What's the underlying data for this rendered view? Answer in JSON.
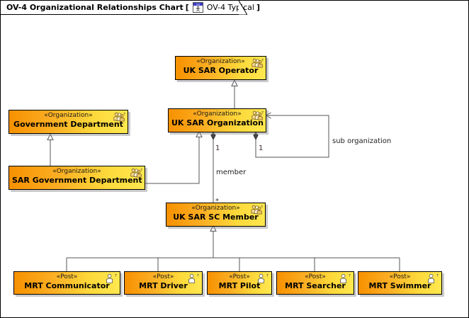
{
  "window": {
    "title": "OV-4 Organizational Relationships Chart",
    "bracket_open": "[",
    "bracket_close": "]",
    "fragment_icon": "ov4-diagram-icon",
    "fragment_label": "OV-4 Typical"
  },
  "colors": {
    "node_fill_left": "#f79100",
    "node_fill_right": "#ffe84f",
    "node_border": "#000000",
    "line": "#404040",
    "canvas": "#ffffff"
  },
  "nodes": [
    {
      "id": "uk-sar-operator",
      "stereotype": "«Organization»",
      "name": "UK SAR Operator",
      "icon": "organization-group-icon"
    },
    {
      "id": "government-department",
      "stereotype": "«Organization»",
      "name": "Government Department",
      "icon": "organization-group-icon"
    },
    {
      "id": "uk-sar-organization",
      "stereotype": "«Organization»",
      "name": "UK SAR Organization",
      "icon": "organization-group-icon"
    },
    {
      "id": "sar-government-department",
      "stereotype": "«Organization»",
      "name": "SAR Government Department",
      "icon": "organization-group-icon"
    },
    {
      "id": "uk-sar-sc-member",
      "stereotype": "«Organization»",
      "name": "UK SAR SC Member",
      "icon": "organization-group-icon"
    },
    {
      "id": "mrt-communicator",
      "stereotype": "«Post»",
      "name": "MRT Communicator",
      "icon": "post-person-icon"
    },
    {
      "id": "mrt-driver",
      "stereotype": "«Post»",
      "name": "MRT Driver",
      "icon": "post-person-icon"
    },
    {
      "id": "mrt-pilot",
      "stereotype": "«Post»",
      "name": "MRT Pilot",
      "icon": "post-person-icon"
    },
    {
      "id": "mrt-searcher",
      "stereotype": "«Post»",
      "name": "MRT Searcher",
      "icon": "post-person-icon"
    },
    {
      "id": "mrt-swimmer",
      "stereotype": "«Post»",
      "name": "MRT Swimmer",
      "icon": "post-person-icon"
    }
  ],
  "edges": {
    "member": {
      "label": "member",
      "source_multiplicity": "1",
      "target_multiplicity": "*",
      "source": "uk-sar-organization",
      "target": "uk-sar-sc-member",
      "kind": "composition"
    },
    "sub_organization": {
      "label": "sub organization",
      "source_multiplicity": "1",
      "target_multiplicity": "*",
      "source": "uk-sar-organization",
      "target": "uk-sar-organization",
      "kind": "composition-self-loop"
    },
    "generalizations": [
      {
        "from": "uk-sar-organization",
        "to": "uk-sar-operator"
      },
      {
        "from": "sar-government-department",
        "to": "government-department"
      },
      {
        "from": "sar-government-department",
        "to": "uk-sar-organization"
      },
      {
        "from": "mrt-communicator",
        "to": "uk-sar-sc-member"
      },
      {
        "from": "mrt-driver",
        "to": "uk-sar-sc-member"
      },
      {
        "from": "mrt-pilot",
        "to": "uk-sar-sc-member"
      },
      {
        "from": "mrt-searcher",
        "to": "uk-sar-sc-member"
      },
      {
        "from": "mrt-swimmer",
        "to": "uk-sar-sc-member"
      }
    ]
  }
}
